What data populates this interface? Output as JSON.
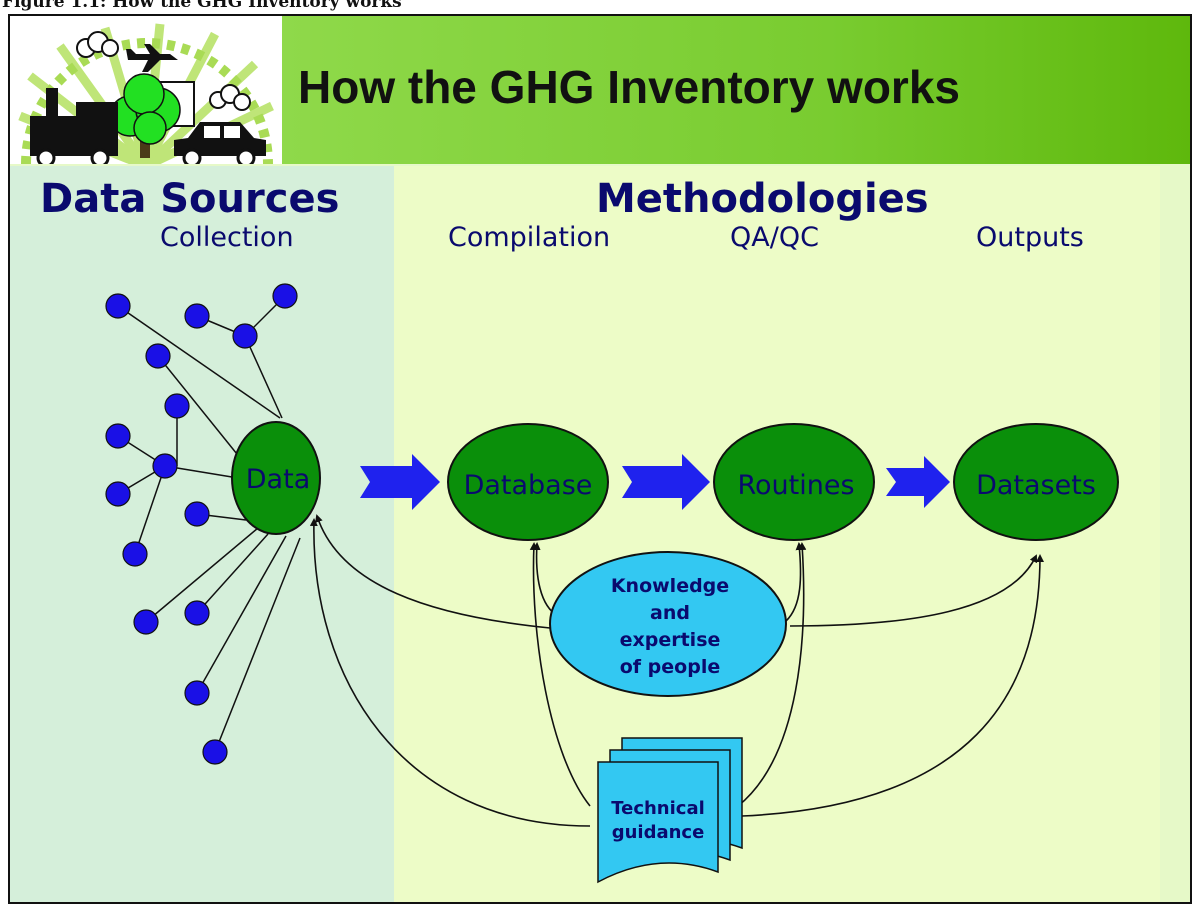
{
  "caption": "Figure 1.1: How the GHG Inventory works",
  "slide": {
    "title": "How the GHG Inventory works",
    "headings": {
      "data_sources": "Data Sources",
      "methodologies": "Methodologies"
    },
    "columns": {
      "collection": "Collection",
      "compilation": "Compilation",
      "qaqc": "QA/QC",
      "outputs": "Outputs"
    }
  },
  "flow": {
    "nodes": {
      "data": "Data",
      "database": "Database",
      "routines": "Routines",
      "datasets": "Datasets"
    },
    "knowledge": [
      "Knowledge",
      "and",
      "expertise",
      "of people"
    ],
    "guidance": [
      "Technical",
      "guidance"
    ]
  },
  "colors": {
    "node_green": "#0a8f0a",
    "source_blue": "#1a10e6",
    "arrow_blue": "#1f22ee",
    "knowledge_fill": "#33c8f2",
    "text_navy": "#0a0a6e",
    "header_green": "#79cc30"
  },
  "icons": {
    "logo": "city-emissions-logo"
  }
}
